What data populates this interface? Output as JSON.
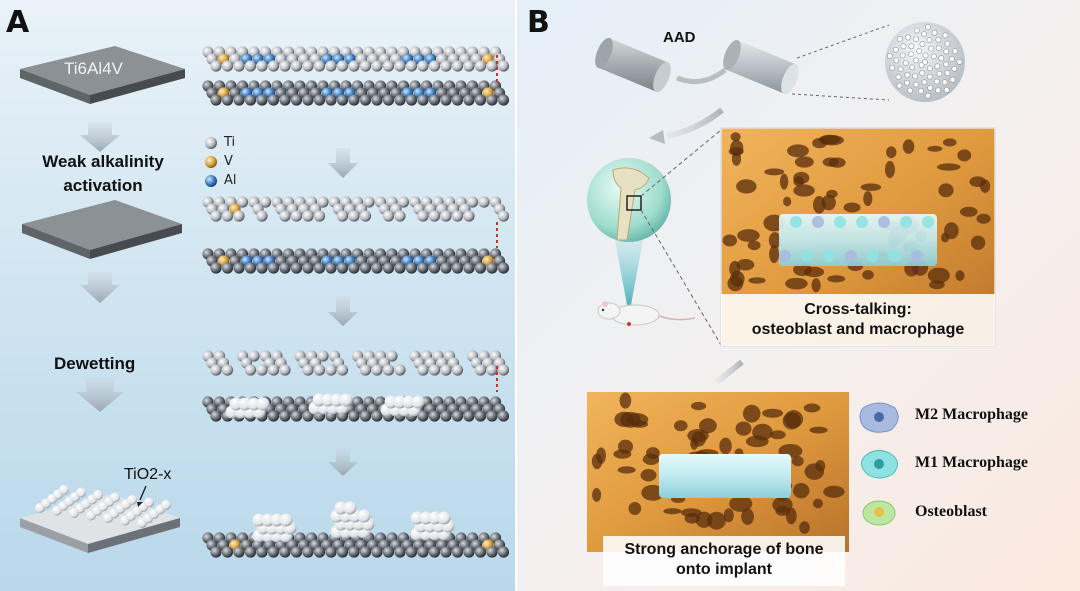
{
  "panel_a": {
    "letter": "A",
    "substrate_label": "Ti6Al4V",
    "step1_line1": "Weak alkalinity",
    "step1_line2": "activation",
    "step2": "Dewetting",
    "product_label": "TiO2-x",
    "legend": [
      {
        "symbol": "Ti",
        "color": "#c8ccd0",
        "icon": "ti-atom-icon"
      },
      {
        "symbol": "V",
        "color": "#d9a13b",
        "icon": "v-atom-icon"
      },
      {
        "symbol": "Al",
        "color": "#3a7cc0",
        "icon": "al-atom-icon"
      }
    ]
  },
  "panel_b": {
    "letter": "B",
    "aad_label": "AAD",
    "crosstalk_line1": "Cross-talking:",
    "crosstalk_line2": "osteoblast and macrophage",
    "anchorage_line1": "Strong anchorage of bone",
    "anchorage_line2": "onto implant",
    "cells": [
      {
        "label": "M2 Macrophage",
        "color": "#8fa6d6",
        "icon": "m2-macrophage-icon"
      },
      {
        "label": "M1 Macrophage",
        "color": "#6fd6d6",
        "icon": "m1-macrophage-icon"
      },
      {
        "label": "Osteoblast",
        "color": "#a8dc8a",
        "icon": "osteoblast-icon"
      }
    ]
  },
  "colors": {
    "bone": "#e09a3e",
    "implant": "#bfeaf0",
    "ti_atom": "#c8ccd0",
    "v_atom": "#d9a13b",
    "al_atom": "#3a7cc0"
  }
}
